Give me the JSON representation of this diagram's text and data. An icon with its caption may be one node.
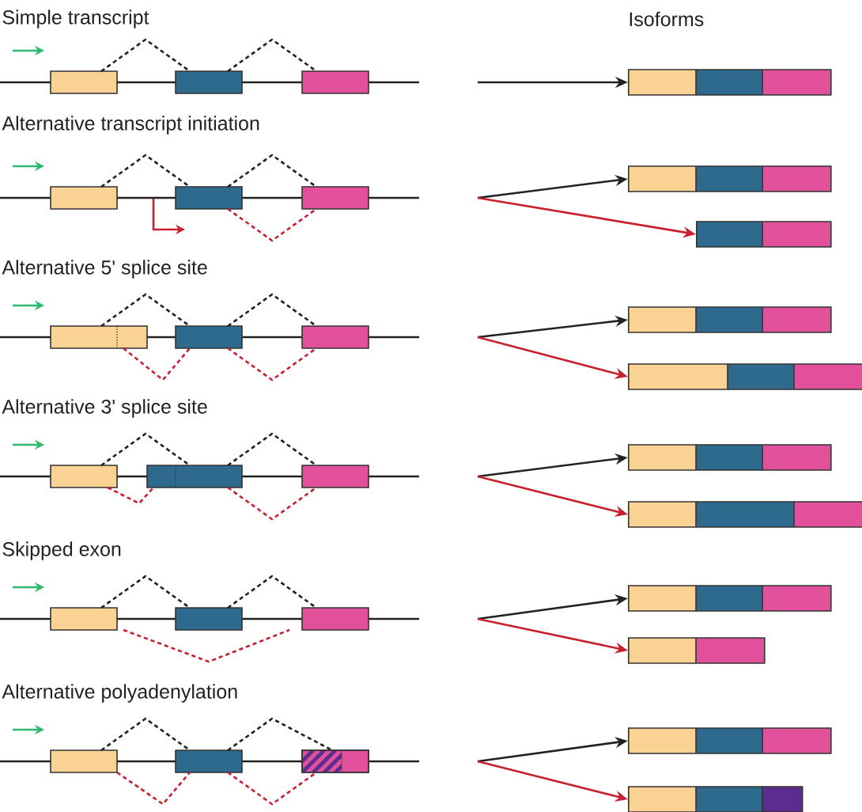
{
  "diagram": {
    "nodes": [
      {
        "text": [],
        "shape": "bar"
      },
      {
        "text": [],
        "shape": "bar"
      },
      {
        "text": [],
        "shape": "bar"
      },
      {
        "text": [],
        "shape": "bar"
      },
      {
        "text": [],
        "shape": "bar"
      },
      {
        "text": [],
        "shape": "bar"
      },
      {
        "text": [],
        "shape": "bar"
      },
      {
        "text": [],
        "shape": "bar"
      },
      {
        "text": [],
        "shape": "bar"
      },
      {
        "text": [],
        "shape": "bar"
      },
      {
        "text": [],
        "shape": "bar"
      }
    ],
    "edges": [
      {
        "from": null,
        "to": 0,
        "arrow": "to"
      },
      {
        "from": null,
        "to": 1,
        "arrow": "to"
      },
      {
        "from": null,
        "to": 2,
        "arrow": "to",
        "color": "#c8202f"
      },
      {
        "from": null,
        "to": 3,
        "arrow": "to"
      },
      {
        "from": null,
        "to": 4,
        "arrow": "to",
        "color": "#c8202f"
      },
      {
        "from": null,
        "to": 5,
        "arrow": "to"
      },
      {
        "from": null,
        "to": 6,
        "arrow": "to",
        "color": "#c8202f"
      },
      {
        "from": null,
        "to": 7,
        "arrow": "to"
      },
      {
        "from": null,
        "to": 8,
        "arrow": "to",
        "color": "#c8202f"
      },
      {
        "from": null,
        "to": 9,
        "arrow": "to"
      },
      {
        "from": null,
        "to": 10,
        "arrow": "to",
        "color": "#c8202f"
      }
    ],
    "labels": [
      "Simple transcript",
      "Isoforms",
      "Alternative transcript initiation",
      "Alternative 5' splice site",
      "Alternative 3' splice site",
      "Skipped exon",
      "Alternative polyadenylation"
    ]
  }
}
